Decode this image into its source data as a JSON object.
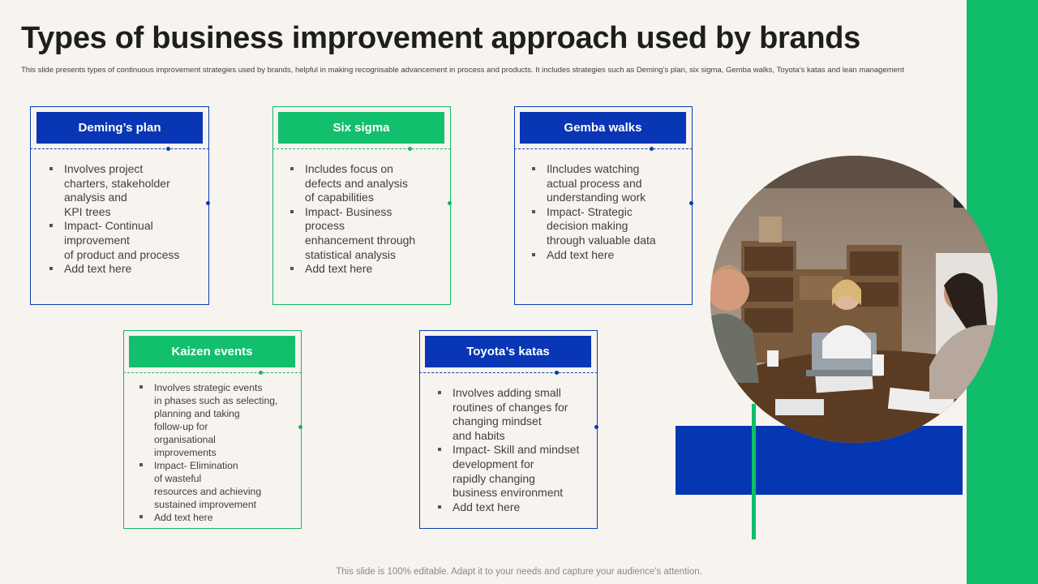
{
  "title": "Types of business improvement approach used by brands",
  "subtitle": "This slide presents types of continuous improvement strategies used by brands, helpful in making recognisable advancement in process and products. It includes strategies such as Deming’s plan, six sigma, Gemba  walks, Toyota’s katas and lean management",
  "cards": [
    {
      "title": "Deming’s plan",
      "points": [
        "Involves project\ncharters, stakeholder\nanalysis and\nKPI trees",
        "Impact- Continual\nimprovement\nof product and process",
        "Add text here"
      ]
    },
    {
      "title": "Six sigma",
      "points": [
        "Includes focus on\ndefects and analysis\nof capabilities",
        "Impact- Business\nprocess\nenhancement through\nstatistical analysis",
        "Add text here"
      ]
    },
    {
      "title": "Gemba walks",
      "points": [
        "Ilncludes watching\nactual process and\nunderstanding work",
        "Impact- Strategic\ndecision making\nthrough valuable data",
        "Add text here"
      ]
    },
    {
      "title": "Kaizen events",
      "points": [
        "Involves  strategic events\nin phases such as selecting,\nplanning and taking\nfollow-up  for\norganisational\nimprovements",
        "Impact- Elimination\nof wasteful\nresources and achieving\nsustained improvement",
        "Add text here"
      ]
    },
    {
      "title": "Toyota’s katas",
      "points": [
        "Involves adding small\nroutines of changes for\nchanging mindset\nand habits",
        "Impact- Skill and mindset\ndevelopment for\nrapidly changing\nbusiness environment",
        "Add text here"
      ]
    }
  ],
  "footer": "This slide is 100% editable. Adapt it to your needs and capture your audience's attention.",
  "colors": {
    "blue": "#0836b4",
    "green": "#12bf6c",
    "background": "#f7f3ef"
  },
  "photo": {
    "icon": "team-meeting-photo"
  }
}
